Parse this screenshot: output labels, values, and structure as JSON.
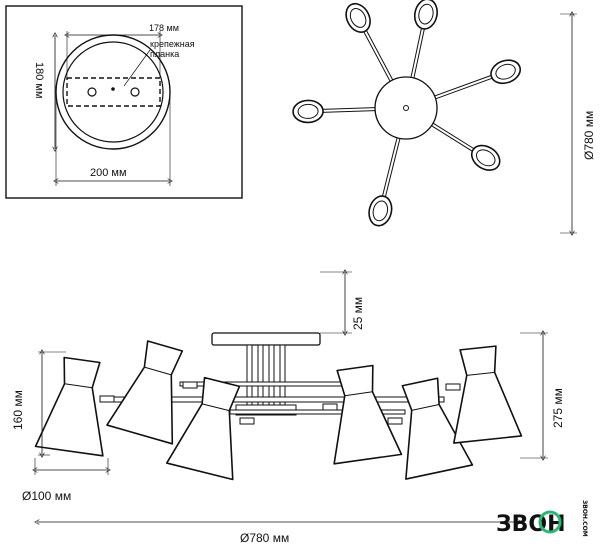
{
  "mount_detail": {
    "plank_width_label": "178 мм",
    "plank_caption_line1": "крепежная",
    "plank_caption_line2": "планка",
    "height_label": "180 мм",
    "width_label": "200 мм"
  },
  "top_view": {
    "diameter_label": "Ø780 мм",
    "arm_count": 6
  },
  "side_view": {
    "canopy_height_label": "25 мм",
    "shade_height_label": "160 мм",
    "shade_diameter_label": "Ø100 мм",
    "total_height_label": "275 мм",
    "total_diameter_label": "Ø780 мм"
  },
  "logo": {
    "brand": "ЗВОН",
    "side_text": "ЗВОН.COM"
  },
  "colors": {
    "line": "#111111",
    "shade_fill": "#ffffff",
    "logo_accent": "#2bb673"
  }
}
